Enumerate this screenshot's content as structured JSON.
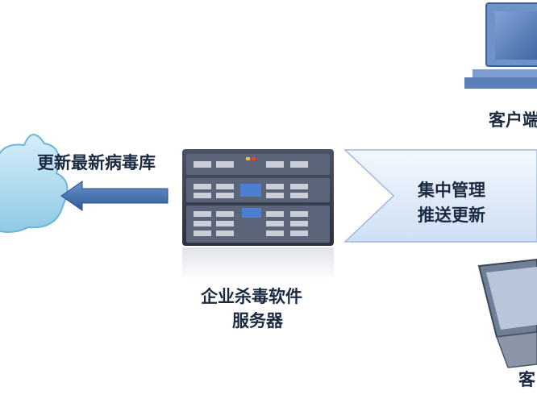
{
  "labels": {
    "update": "更新最新病毒库",
    "server_line1": "企业杀毒软件",
    "server_line2": "服务器",
    "client_top": "客户端",
    "client_bottom": "客",
    "chevron_line1": "集中管理",
    "chevron_line2": "推送更新"
  },
  "colors": {
    "cloud": "#9fd3ec",
    "arrow": "#3f6fb0",
    "chevron": "#dbe8f8",
    "monitor": "#5b7fb8",
    "server": "#3a4254"
  }
}
